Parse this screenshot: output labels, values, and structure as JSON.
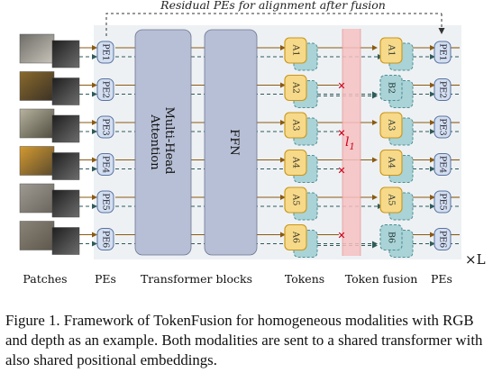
{
  "diagram": {
    "top_label": "Residual PEs for alignment after fusion",
    "patch_rows": 6,
    "pe_labels": [
      "PE1",
      "PE2",
      "PE3",
      "PE4",
      "PE5",
      "PE6"
    ],
    "attention_label": [
      "Multi-Head",
      "Attention"
    ],
    "ffn_label": "FFN",
    "token_labels": [
      "A1",
      "A2",
      "A3",
      "A4",
      "A5",
      "A6"
    ],
    "fused_labels": [
      "A1",
      "B2",
      "A3",
      "A4",
      "A5",
      "B6"
    ],
    "fused_is_b": [
      false,
      true,
      false,
      false,
      false,
      true
    ],
    "pruned_rows": [
      1,
      5
    ],
    "fusion_sign_label": "l",
    "fusion_sign_sub": "1",
    "repeat_label": "×L",
    "bottom_labels": {
      "patches": "Patches",
      "pes_left": "PEs",
      "transformer": "Transformer blocks",
      "tokens": "Tokens",
      "token_fusion": "Token fusion",
      "pes_right": "PEs"
    },
    "colors": {
      "arrow_rgb": "#8a5a12",
      "arrow_depth": "#2f5a5a",
      "block_fill": "#b6bfd5",
      "token_a_fill": "#f7d98a",
      "token_a_stroke": "#c8961a",
      "token_b_fill": "#a9d3d6",
      "token_b_stroke": "#4f8f95",
      "fusion_band": "#f6c1c1",
      "pe_fill": "#d3dff0",
      "pe_stroke": "#5872a0",
      "panel_fill": "#eef1f4",
      "cross": "#d0021b"
    }
  },
  "caption": "Figure 1. Framework of TokenFusion for homogeneous modalities with RGB and depth as an example. Both modalities are sent to a shared transformer with also shared positional embeddings."
}
